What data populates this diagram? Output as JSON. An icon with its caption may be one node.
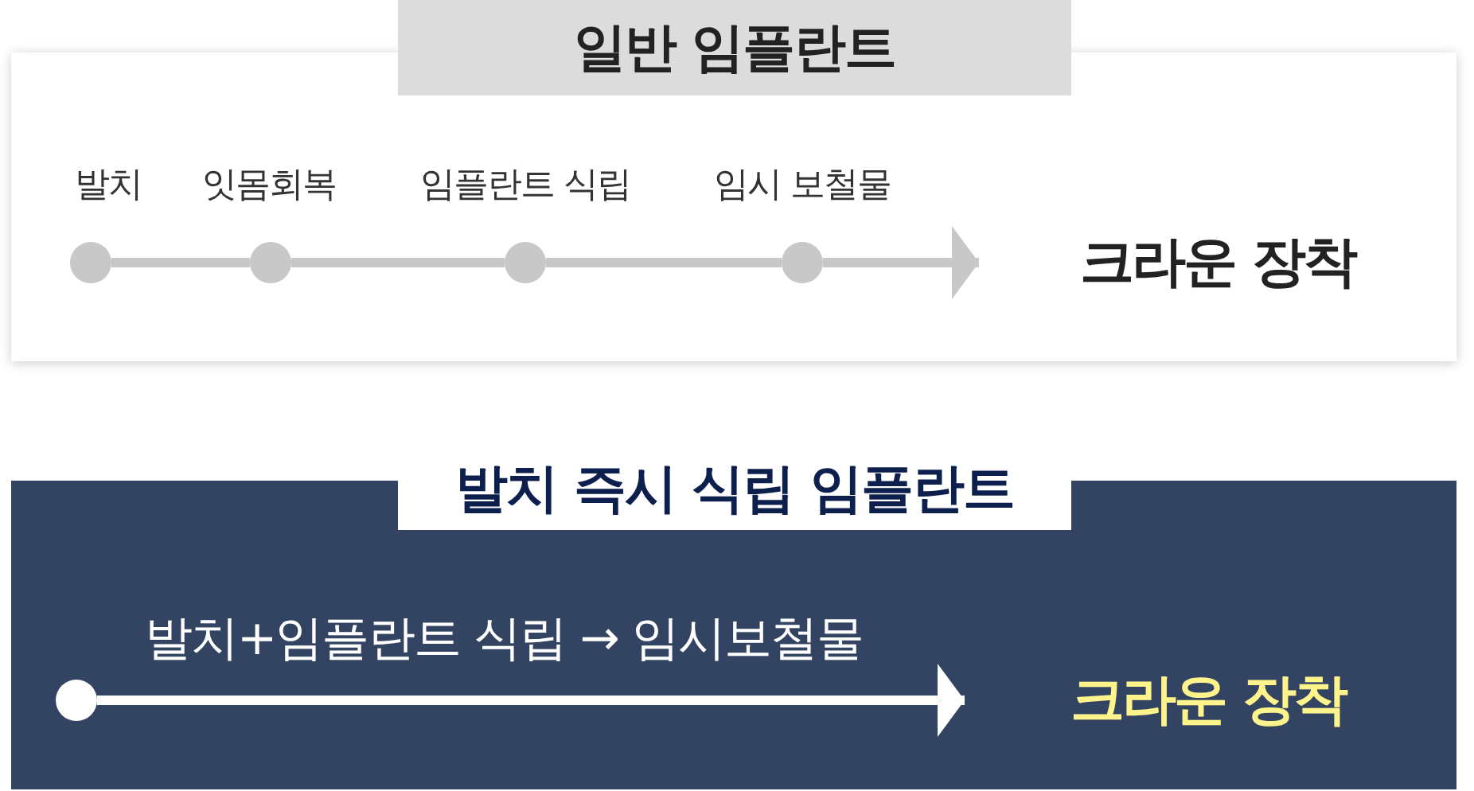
{
  "diagram": {
    "nodes": [
      {
        "text": [
          "일반 임플란트"
        ]
      },
      {
        "text": [],
        "shape": "circle",
        "in": 0,
        "beside": [
          "발치"
        ]
      },
      {
        "text": [],
        "shape": "circle",
        "in": 0,
        "beside": [
          "잇몸회복"
        ]
      },
      {
        "text": [],
        "shape": "circle",
        "in": 0,
        "beside": [
          "임플란트 식립"
        ]
      },
      {
        "text": [],
        "shape": "circle",
        "in": 0,
        "beside": [
          "임시 보철물"
        ]
      },
      {
        "text": [
          "크라운 장착"
        ],
        "in": 0
      },
      {
        "text": [
          "발치 즉시 식립 임플란트"
        ]
      },
      {
        "text": [],
        "shape": "circle",
        "in": 6
      },
      {
        "text": [
          "크라운 장착"
        ],
        "in": 6
      }
    ],
    "edges": [
      {
        "from": 1,
        "to": 2,
        "arrow": "none"
      },
      {
        "from": 2,
        "to": 3,
        "arrow": "none"
      },
      {
        "from": 3,
        "to": 4,
        "arrow": "none"
      },
      {
        "from": 4,
        "to": 5,
        "arrow": "to"
      },
      {
        "from": 7,
        "to": 8,
        "arrow": "to",
        "label": "발치+임플란트 식립 → 임시보철물",
        "color": "#ffffff"
      }
    ]
  }
}
